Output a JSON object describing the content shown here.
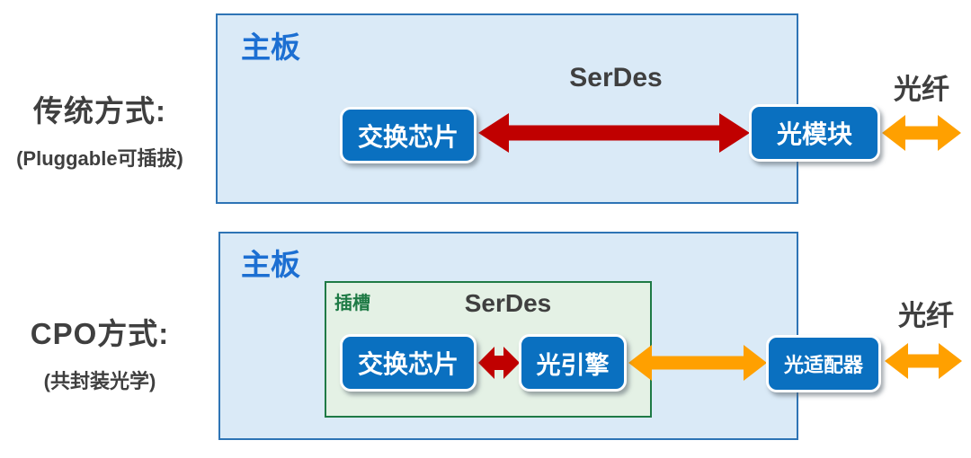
{
  "diagram": {
    "rows": [
      {
        "title": "传统方式:",
        "subtitle": "(Pluggable可插拔)",
        "board": "主板",
        "serdes": "SerDes",
        "fiber": "光纤",
        "nodes": {
          "chip": "交换芯片",
          "module": "光模块"
        }
      },
      {
        "title": "CPO方式:",
        "subtitle": "(共封装光学)",
        "board": "主板",
        "slot": "插槽",
        "serdes": "SerDes",
        "fiber": "光纤",
        "nodes": {
          "chip": "交换芯片",
          "engine": "光引擎",
          "adapter": "光适配器"
        }
      }
    ],
    "colors": {
      "node_fill": "#0A70C0",
      "board_fill": "#DAEAF7",
      "board_border": "#2E74B5",
      "board_label_text": "#1C6FD2",
      "slot_fill": "#E4F1E5",
      "slot_border": "#1E7A45",
      "electrical_arrow": "#C00000",
      "optical_arrow": "#FFA000",
      "text": "#3F3F3F"
    }
  }
}
